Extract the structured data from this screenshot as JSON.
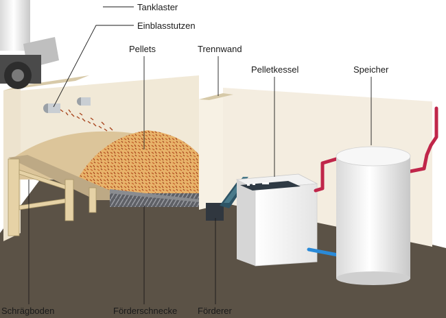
{
  "labels": {
    "tanklaster": "Tanklaster",
    "einblasstutzen": "Einblasstutzen",
    "pellets": "Pellets",
    "trennwand": "Trennwand",
    "pelletkessel": "Pelletkessel",
    "speicher": "Speicher",
    "schraegboden": "Schrägboden",
    "foerderschnecke": "Förderschnecke",
    "foerderer": "Förderer"
  },
  "colors": {
    "floor": "#5b5246",
    "wall_back": "#f0e8d6",
    "wall_side": "#e2d7c0",
    "pellet_pile": "#e8b36a",
    "pellet_dark": "#a8461f",
    "pipe_hot": "#c0264a",
    "pipe_cold": "#2a8ad8",
    "wood_frame": "#e6d2a6"
  }
}
